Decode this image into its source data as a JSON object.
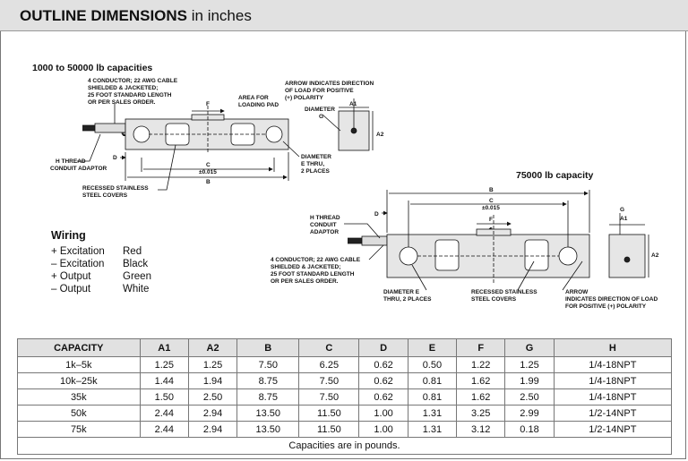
{
  "header": {
    "title_bold": "OUTLINE DIMENSIONS",
    "title_rest": " in inches"
  },
  "diagram1": {
    "title": "1000 to 50000 lb capacities",
    "cable_note": [
      "4 CONDUCTOR; 22 AWG CABLE",
      "SHIELDED & JACKETED;",
      "25 FOOT STANDARD LENGTH",
      "OR PER SALES ORDER."
    ],
    "area_note": [
      "AREA FOR",
      "LOADING PAD"
    ],
    "arrow_note": [
      "ARROW INDICATES DIRECTION",
      "OF LOAD FOR POSITIVE",
      "(+) POLARITY"
    ],
    "diameter_g": [
      "DIAMETER",
      "G"
    ],
    "h_thread": [
      "H THREAD",
      "CONDUIT ADAPTOR"
    ],
    "diameter_e": [
      "DIAMETER",
      "E THRU,",
      "2 PLACES"
    ],
    "recessed": [
      "RECESSED STAINLESS",
      "STEEL COVERS"
    ],
    "dims": {
      "f": "F",
      "d": "D",
      "c": "C",
      "tol": "±0.015",
      "b": "B",
      "a1": "A1",
      "a2": "A2",
      "cl": "℄"
    }
  },
  "diagram2": {
    "title": "75000 lb capacity",
    "h_thread": [
      "H THREAD",
      "CONDUIT",
      "ADAPTOR"
    ],
    "cable_note": [
      "4 CONDUCTOR; 22 AWG CABLE",
      "SHIELDED & JACKETED;",
      "25 FOOT STANDARD LENGTH",
      "OR PER SALES ORDER."
    ],
    "diameter_e": [
      "DIAMETER  E",
      "THRU, 2 PLACES"
    ],
    "recessed": [
      "RECESSED STAINLESS",
      "STEEL COVERS"
    ],
    "arrow_note": [
      "ARROW",
      "INDICATES DIRECTION OF LOAD",
      "FOR POSITIVE (+) POLARITY"
    ],
    "dims": {
      "b": "B",
      "c": "C",
      "tol": "±0.015",
      "d": "D",
      "f": "F",
      "g": "G",
      "a1": "A1",
      "a2": "A2",
      "cl": "℄"
    }
  },
  "wiring": {
    "title": "Wiring",
    "rows": [
      {
        "signal": "+ Excitation",
        "color": "Red"
      },
      {
        "signal": "– Excitation",
        "color": "Black"
      },
      {
        "signal": "+ Output",
        "color": "Green"
      },
      {
        "signal": "– Output",
        "color": "White"
      }
    ]
  },
  "table": {
    "headers": [
      "CAPACITY",
      "A1",
      "A2",
      "B",
      "C",
      "D",
      "E",
      "F",
      "G",
      "H"
    ],
    "rows": [
      [
        "1k–5k",
        "1.25",
        "1.25",
        "7.50",
        "6.25",
        "0.62",
        "0.50",
        "1.22",
        "1.25",
        "1/4-18NPT"
      ],
      [
        "10k–25k",
        "1.44",
        "1.94",
        "8.75",
        "7.50",
        "0.62",
        "0.81",
        "1.62",
        "1.99",
        "1/4-18NPT"
      ],
      [
        "35k",
        "1.50",
        "2.50",
        "8.75",
        "7.50",
        "0.62",
        "0.81",
        "1.62",
        "2.50",
        "1/4-18NPT"
      ],
      [
        "50k",
        "2.44",
        "2.94",
        "13.50",
        "11.50",
        "1.00",
        "1.31",
        "3.25",
        "2.99",
        "1/2-14NPT"
      ],
      [
        "75k",
        "2.44",
        "2.94",
        "13.50",
        "11.50",
        "1.00",
        "1.31",
        "3.12",
        "0.18",
        "1/2-14NPT"
      ]
    ],
    "note": "Capacities are in pounds."
  }
}
